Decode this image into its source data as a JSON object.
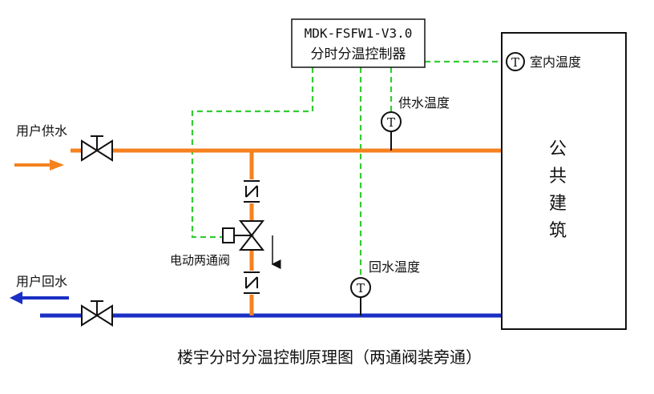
{
  "controller": {
    "model": "MDK-FSFW1-V3.0",
    "name": "分时分温控制器"
  },
  "labels": {
    "user_supply": "用户供水",
    "user_return": "用户回水",
    "supply_temp": "供水温度",
    "return_temp": "回水温度",
    "indoor_temp": "室内温度",
    "valve": "电动两通阀",
    "sensor_symbol": "T"
  },
  "building": {
    "chars": [
      "公",
      "共",
      "建",
      "筑"
    ]
  },
  "caption": "楼宇分时分温控制原理图（两通阀装旁通）",
  "colors": {
    "supply_pipe": "#f5821f",
    "return_pipe": "#1a2fc4",
    "signal_line": "#33cc33",
    "ink": "#111111"
  }
}
